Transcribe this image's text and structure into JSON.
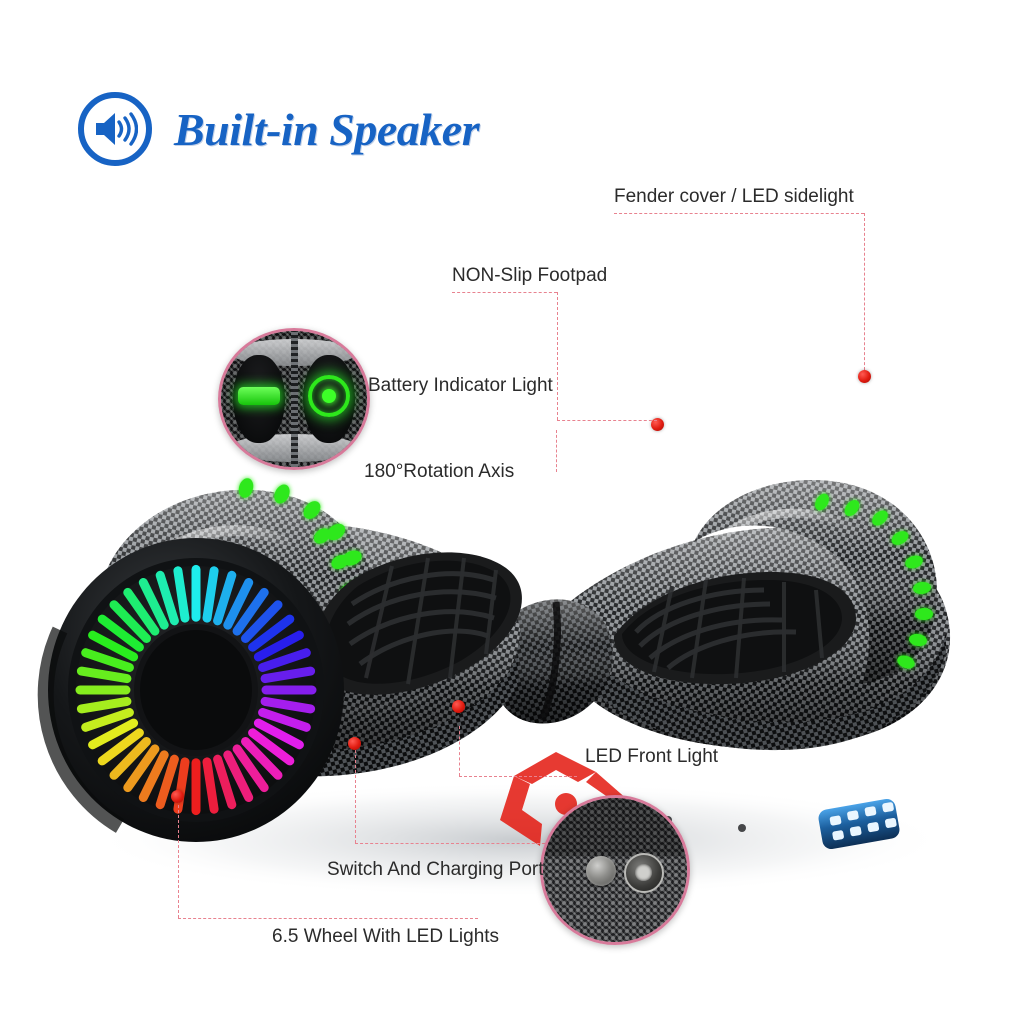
{
  "header": {
    "icon": "speaker-icon",
    "title": "Built-in Speaker",
    "accent_color": "#1763c4"
  },
  "product": {
    "name": "Self-balancing hoverboard",
    "finish": "carbon fiber",
    "colors": {
      "leader_line": "#e8828f",
      "marker_dot": "#e01b10",
      "inset_border": "#d77a9a",
      "sidelight_led": "#2ee81c",
      "front_led": "#2f7fd4",
      "rotation_arrow": "#e41f16"
    }
  },
  "callouts": [
    {
      "id": "fender-cover",
      "label": "Fender cover / LED sidelight"
    },
    {
      "id": "non-slip-footpad",
      "label": "NON-Slip Footpad"
    },
    {
      "id": "battery-indicator",
      "label": "Battery Indicator Light"
    },
    {
      "id": "rotation-axis",
      "label": "180°Rotation Axis"
    },
    {
      "id": "led-front-light",
      "label": "LED Front Light"
    },
    {
      "id": "switch-charging",
      "label": "Switch And Charging Port"
    },
    {
      "id": "wheel-led",
      "label": "6.5 Wheel With LED Lights"
    }
  ],
  "insets": [
    {
      "id": "battery-indicator-inset",
      "shows": "battery-bar-and-power-ring"
    },
    {
      "id": "switch-charging-inset",
      "shows": "power-button-and-charge-port"
    }
  ]
}
